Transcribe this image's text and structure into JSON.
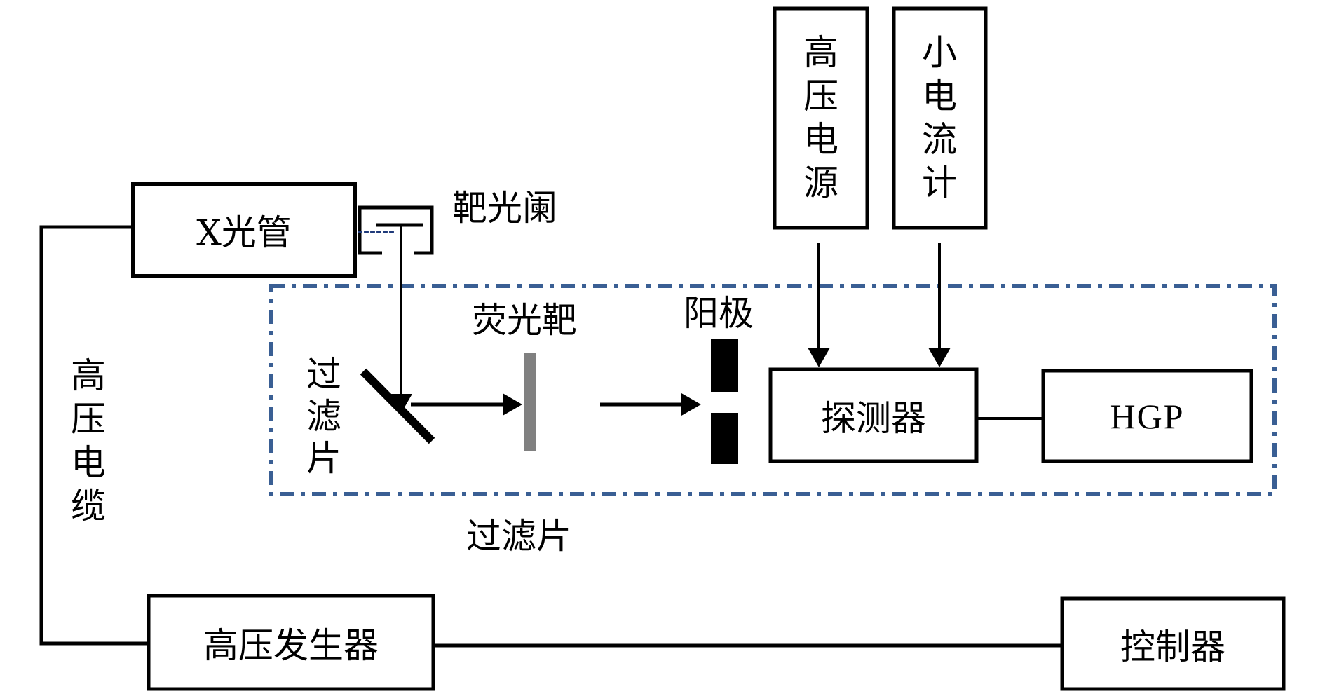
{
  "diagram": {
    "title": "X-ray detector calibration setup",
    "colors": {
      "line": "#000000",
      "dashed_enclosure": "#3a5f94",
      "aperture_dots": "#1f3a7a",
      "fluorescent_target": "#808080"
    },
    "blocks": {
      "xray_tube": "X光管",
      "hv_generator": "高压发生器",
      "controller": "控制器",
      "detector": "探测器",
      "hgp": "HGP",
      "hv_power_supply": [
        "高",
        "压",
        "电",
        "源"
      ],
      "small_current_meter": [
        "小",
        "电",
        "流",
        "计"
      ]
    },
    "labels": {
      "target_aperture": "靶光阑",
      "fluorescent_target": "荧光靶",
      "anode": "阳极",
      "filter_vertical": [
        "过",
        "滤",
        "片"
      ],
      "filter_bottom": "过滤片",
      "hv_cable": [
        "高",
        "压",
        "电",
        "缆"
      ]
    },
    "connections": [
      {
        "from": "hv_generator",
        "to": "xray_tube",
        "via": "hv_cable"
      },
      {
        "from": "hv_generator",
        "to": "controller"
      },
      {
        "from": "hv_power_supply",
        "to": "detector",
        "arrow": true
      },
      {
        "from": "small_current_meter",
        "to": "detector",
        "arrow": true
      },
      {
        "from": "detector",
        "to": "hgp"
      },
      {
        "from": "xray_tube",
        "to": "filter",
        "arrow": true
      },
      {
        "from": "filter",
        "to": "fluorescent_target",
        "arrow": true
      },
      {
        "from": "fluorescent_target",
        "to": "anode",
        "arrow": true
      }
    ]
  }
}
